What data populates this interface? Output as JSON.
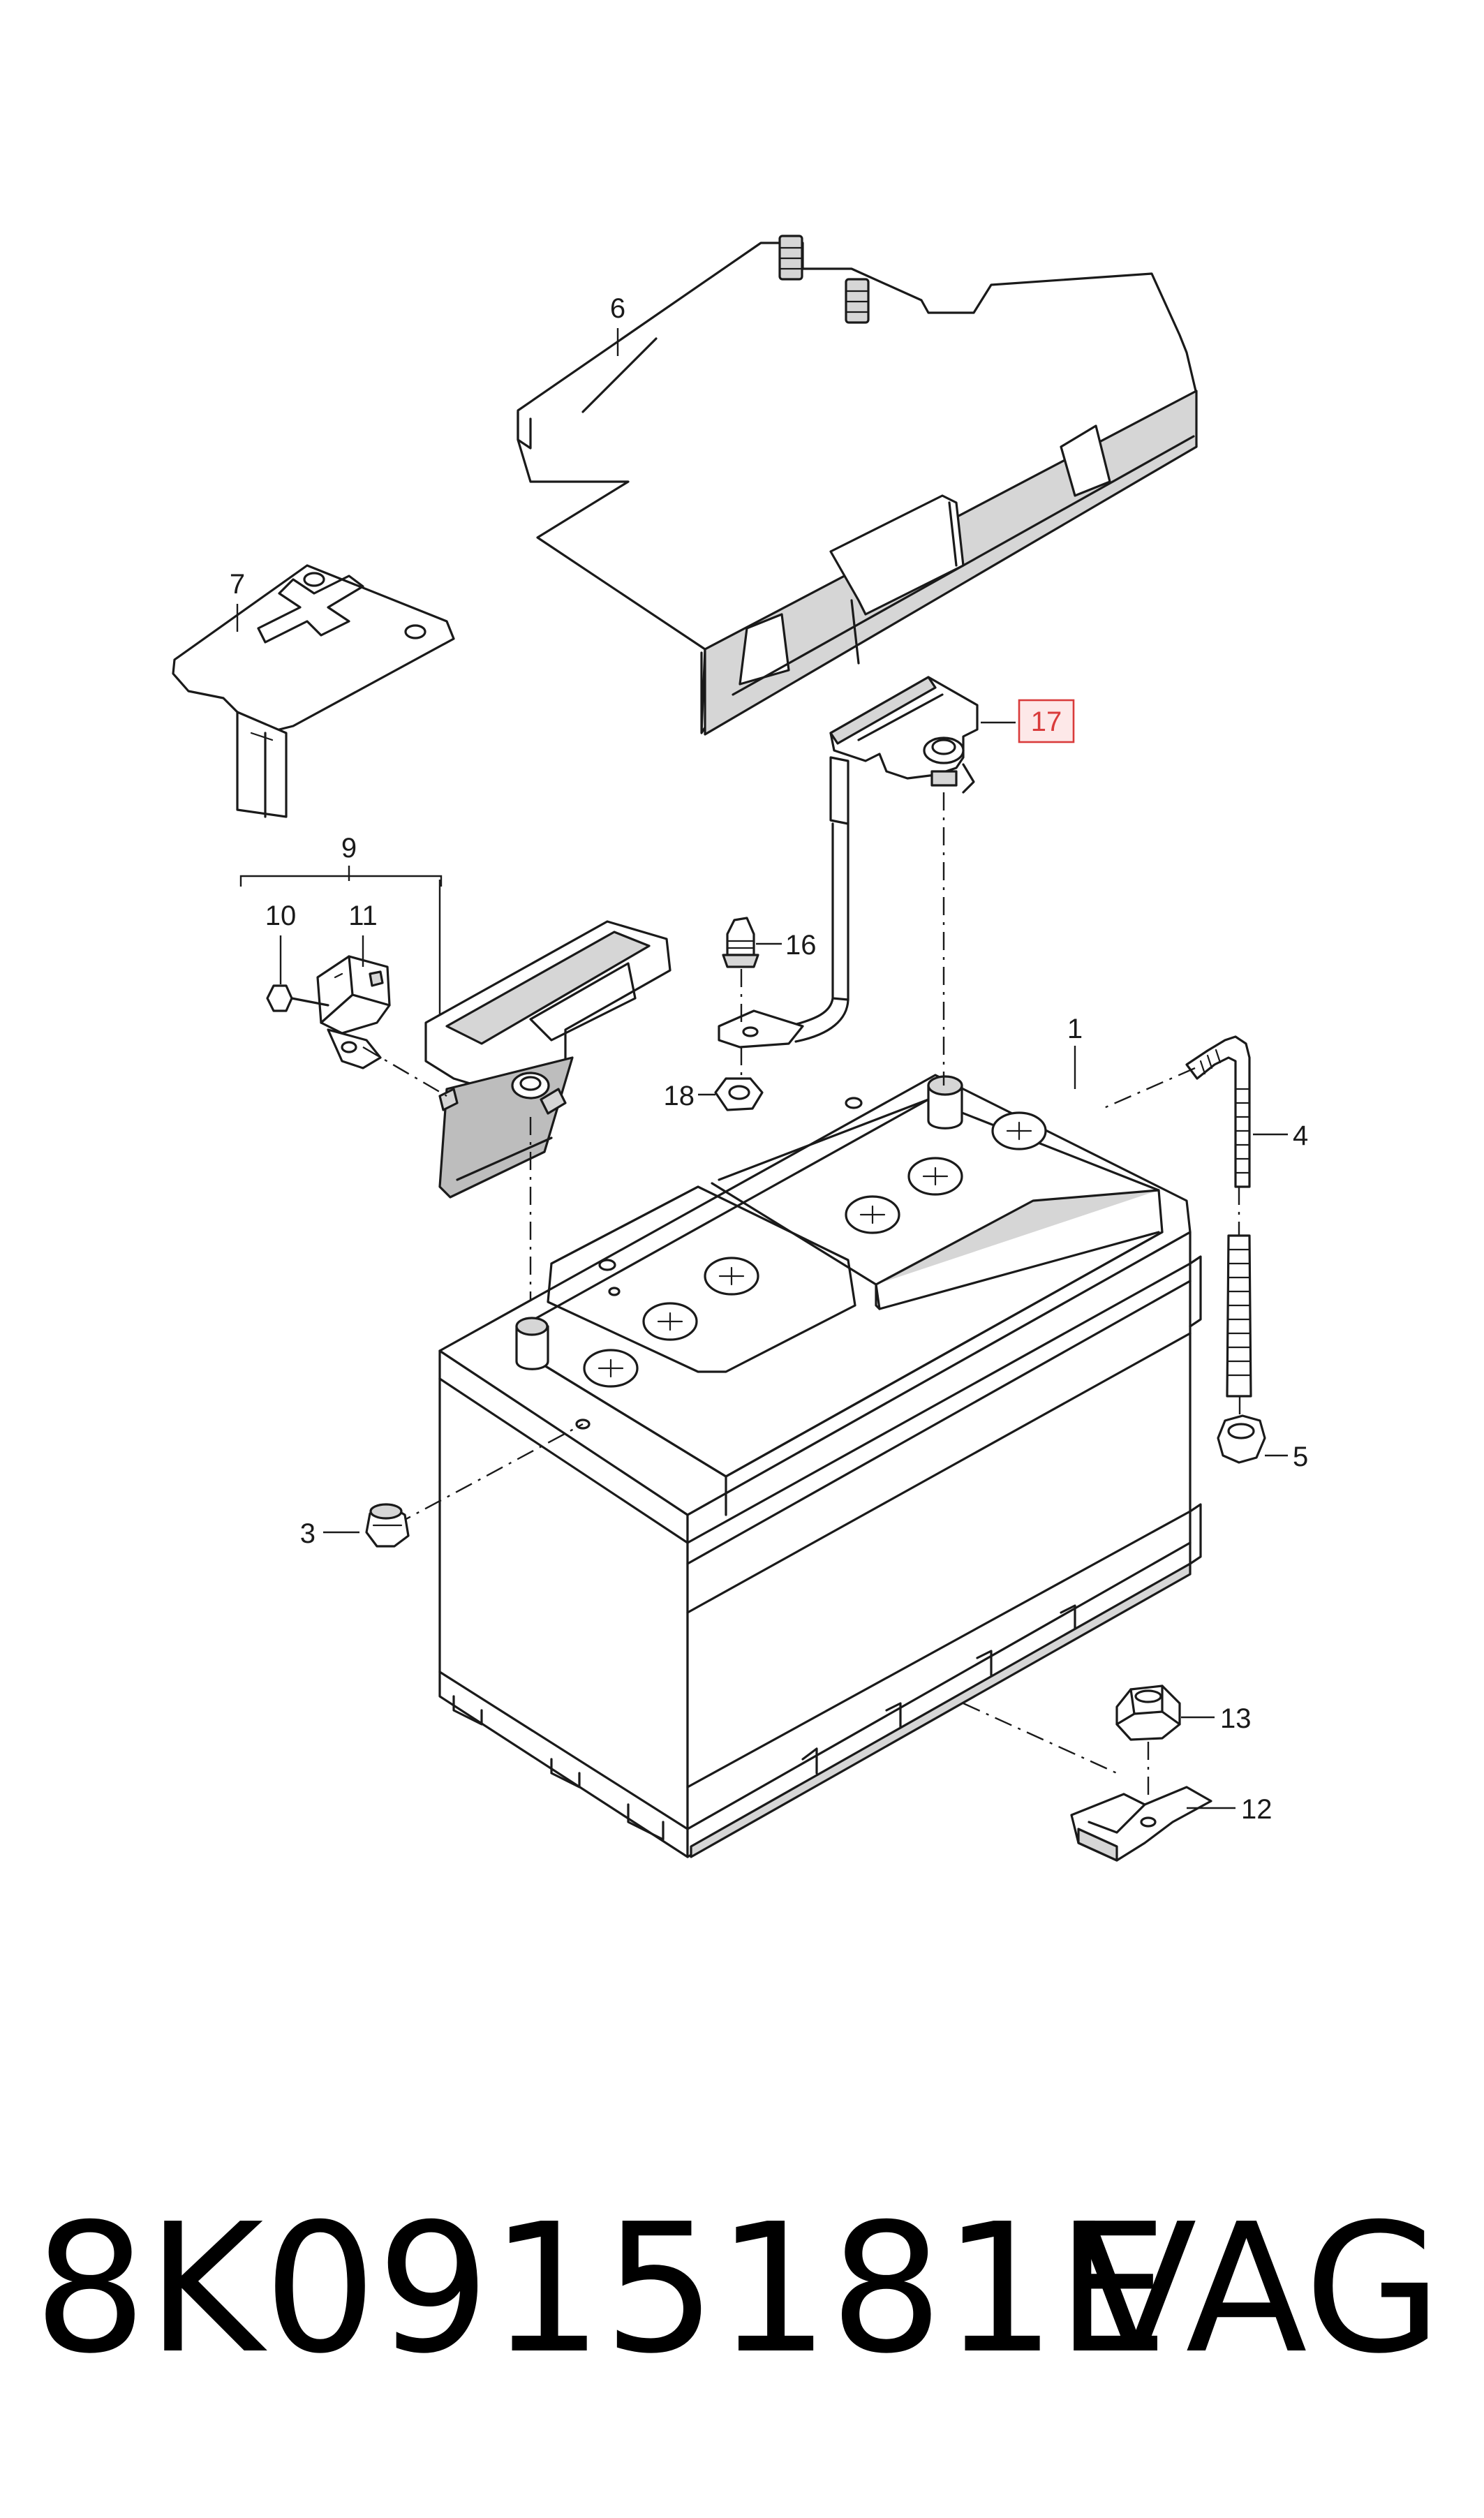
{
  "diagram": {
    "callouts": {
      "c1": "1",
      "c3": "3",
      "c4": "4",
      "c5": "5",
      "c6": "6",
      "c7": "7",
      "c9": "9",
      "c10": "10",
      "c11": "11",
      "c12": "12",
      "c13": "13",
      "c16": "16",
      "c17": "17",
      "c18": "18"
    },
    "highlighted_callout": "17",
    "highlight_color": "#d93b3b"
  },
  "footer": {
    "part_number": "8K0915181E",
    "brand": "VAG"
  }
}
